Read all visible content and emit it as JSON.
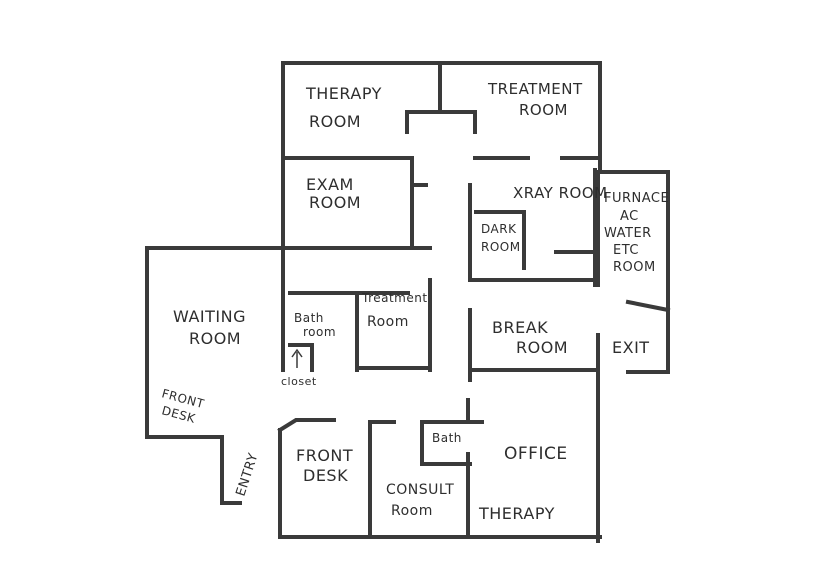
{
  "ink_color": "#3a3a3a",
  "background": "#ffffff",
  "rooms": {
    "therapy_room_1": {
      "line1": "THERAPY",
      "line2": "ROOM"
    },
    "treatment_room_1": {
      "line1": "TREATMENT",
      "line2": "ROOM"
    },
    "exam_room": {
      "line1": "EXAM",
      "line2": "ROOM"
    },
    "xray_room": {
      "line1": "XRAY ROOM"
    },
    "dark_room": {
      "line1": "DARK",
      "line2": "ROOM"
    },
    "furnace": {
      "line1": "FURNACE",
      "line2": "AC",
      "line3": "WATER",
      "line4": "ETC",
      "line5": "ROOM"
    },
    "waiting_room": {
      "line1": "WAITING",
      "line2": "ROOM"
    },
    "bath_room_1": {
      "line1": "Bath",
      "line2": "room"
    },
    "treatment_room_2": {
      "line1": "Treatment",
      "line2": "Room"
    },
    "closet": {
      "line1": "closet"
    },
    "break_room": {
      "line1": "BREAK",
      "line2": "ROOM"
    },
    "exit": {
      "line1": "EXIT"
    },
    "front_desk_1": {
      "line1": "FRONT",
      "line2": "DESK"
    },
    "entry": {
      "line1": "ENTRY"
    },
    "front_desk_2": {
      "line1": "FRONT",
      "line2": "DESK"
    },
    "consult_room": {
      "line1": "CONSULT",
      "line2": "Room"
    },
    "bath_2": {
      "line1": "Bath"
    },
    "office": {
      "line1": "OFFICE"
    },
    "therapy_2": {
      "line1": "THERAPY"
    }
  }
}
